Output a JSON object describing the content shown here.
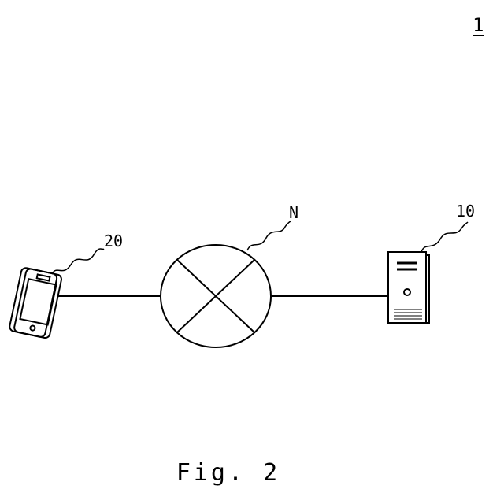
{
  "labels": {
    "system": "1",
    "terminal": "20",
    "network": "N",
    "server": "10"
  },
  "caption": "Fig. 2",
  "icons": {
    "terminal": "smartphone-icon",
    "network": "network-cross-icon",
    "server": "server-tower-icon"
  },
  "colors": {
    "line": "#000000",
    "background": "#ffffff"
  }
}
